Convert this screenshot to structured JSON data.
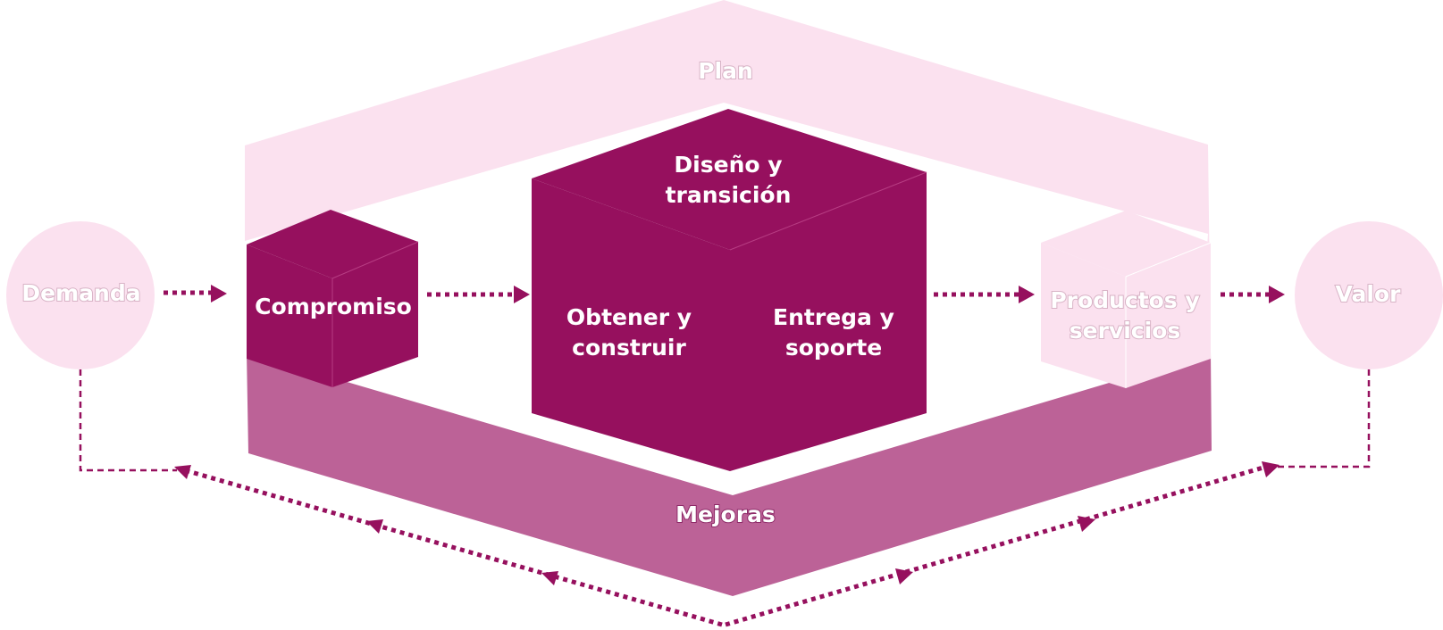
{
  "diagram": {
    "nodes": {
      "demanda": "Demanda",
      "compromiso": "Compromiso",
      "diseno_line1": "Diseño y",
      "diseno_line2": "transición",
      "obtener_line1": "Obtener y",
      "obtener_line2": "construir",
      "entrega_line1": "Entrega y",
      "entrega_line2": "soporte",
      "productos_line1": "Productos y",
      "productos_line2": "servicios",
      "valor": "Valor",
      "plan": "Plan",
      "mejoras": "Mejoras"
    },
    "colors": {
      "dark": "#96105e",
      "mid": "#bc6297",
      "light": "#fbe1ef",
      "circle": "#fbe1ef",
      "white": "#ffffff"
    }
  }
}
